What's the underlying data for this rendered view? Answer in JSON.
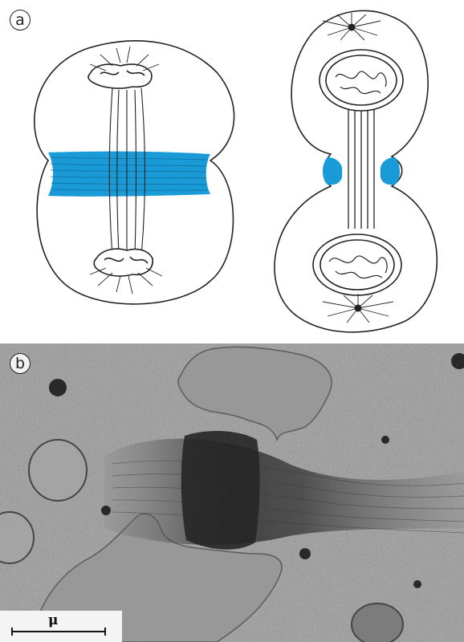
{
  "panels": {
    "a": {
      "label": "a"
    },
    "b": {
      "label": "b",
      "scale_unit": "μ"
    }
  },
  "colors": {
    "contractile_ring": "#1a9bd7",
    "outline": "#222222",
    "micrograph_bg": "#9a9a9a"
  }
}
